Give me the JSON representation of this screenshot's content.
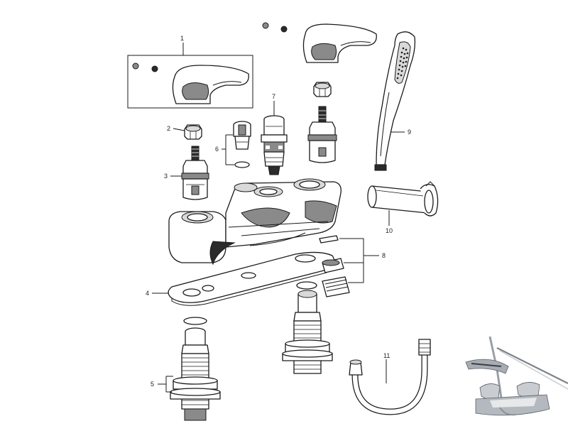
{
  "callouts": {
    "c1": "1",
    "c2": "2",
    "c3": "3",
    "c4": "4",
    "c5": "5",
    "c6": "6",
    "c7": "7",
    "c8": "8",
    "c9": "9",
    "c10": "10",
    "c11": "11"
  },
  "colors": {
    "line": "#1a1a1a",
    "shade_dark": "#2b2b2b",
    "shade_mid": "#8a8a8a",
    "chrome": "#c9ccd0"
  }
}
